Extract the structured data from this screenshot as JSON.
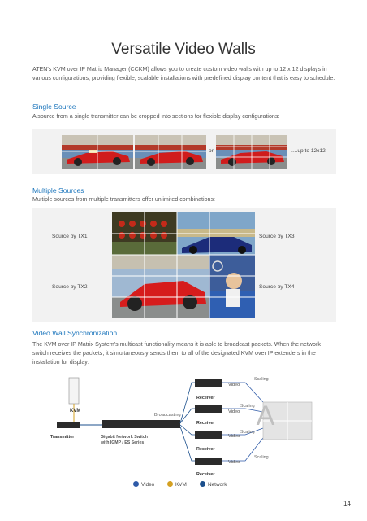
{
  "page": {
    "title": "Versatile Video Walls",
    "intro": "ATEN's KVM over IP Matrix Manager (CCKM) allows you to create custom video walls with up to 12 x 12 displays in various configurations, providing flexible, scalable installations with predefined display content that is easy to schedule.",
    "page_number": "14"
  },
  "single_source": {
    "heading": "Single Source",
    "description": "A source from a single transmitter can be cropped into sections for flexible display configurations:",
    "or_label": "or",
    "up_to_label": "....up to 12x12"
  },
  "multiple_sources": {
    "heading": "Multiple Sources",
    "description": "Multiple sources from multiple transmitters offer unlimited combinations:",
    "labels": [
      "Source by TX1",
      "Source by TX3",
      "Source by TX2",
      "Source by TX4"
    ]
  },
  "sync": {
    "heading": "Video Wall Synchronization",
    "description": "The KVM over IP Matrix System's multicast functionality means it is able to broadcast packets. When the network switch receives the packets, it simultaneously sends them to all of the designated KVM over IP extenders in the installation for display:"
  },
  "diagram": {
    "kvm": "KVM",
    "transmitter": "Transmitter",
    "switch_line1": "Gigabit Network Switch",
    "switch_line2": "with IGMP / ES Series",
    "broadcasting": "Broadcasting",
    "receiver": "Receiver",
    "video": "Video",
    "scaling": "Scaling",
    "display_letter": "A",
    "legend": [
      {
        "label": "Video",
        "color": "#2e5aa8"
      },
      {
        "label": "KVM",
        "color": "#d4a021"
      },
      {
        "label": "Network",
        "color": "#1b4f8c"
      }
    ]
  }
}
